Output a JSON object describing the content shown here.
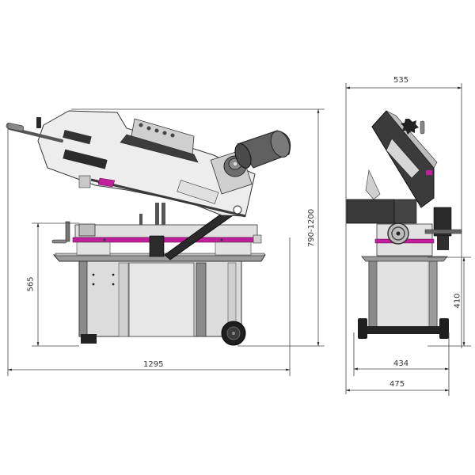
{
  "drawing": {
    "type": "dimensioned technical drawing",
    "subject": "metal band saw machine",
    "accent_color": "#c21f9c",
    "views": [
      {
        "name": "front view",
        "dimensions": {
          "overall_length": "1295",
          "working_height": "565",
          "overall_height": "790-1200"
        }
      },
      {
        "name": "side view",
        "dimensions": {
          "top_width": "535",
          "base_height": "410",
          "base_width": "434",
          "overall_width": "475"
        }
      }
    ]
  }
}
